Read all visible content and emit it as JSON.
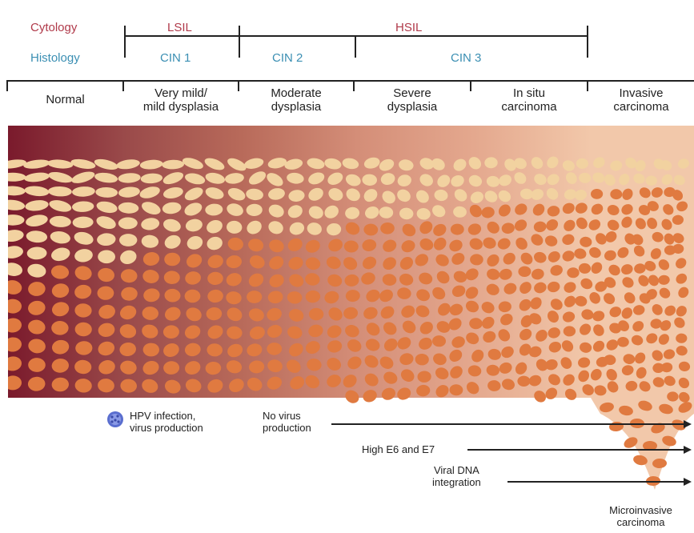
{
  "rows": {
    "cytology_label": "Cytology",
    "histology_label": "Histology"
  },
  "cytology": {
    "lsil": "LSIL",
    "hsil": "HSIL"
  },
  "histology": {
    "cin1": "CIN 1",
    "cin2": "CIN 2",
    "cin3": "CIN 3"
  },
  "stages": [
    {
      "line1": "Normal",
      "line2": ""
    },
    {
      "line1": "Very mild/",
      "line2": "mild dysplasia"
    },
    {
      "line1": "Moderate",
      "line2": "dysplasia"
    },
    {
      "line1": "Severe",
      "line2": "dysplasia"
    },
    {
      "line1": "In situ",
      "line2": "carcinoma"
    },
    {
      "line1": "Invasive",
      "line2": "carcinoma"
    }
  ],
  "annotations": {
    "hpv_line1": "HPV infection,",
    "hpv_line2": "virus production",
    "novirus_line1": "No virus",
    "novirus_line2": "production",
    "e6e7": "High E6 and E7",
    "viral_line1": "Viral DNA",
    "viral_line2": "integration",
    "micro_line1": "Microinvasive",
    "micro_line2": "carcinoma"
  },
  "colors": {
    "cytology": "#b03a4a",
    "histology": "#3b8fb3",
    "band_normal": "#7a1a2c",
    "band_mild": "#9a4a4a",
    "band_moderate": "#b86a5a",
    "band_severe": "#d48e78",
    "band_insitu": "#e4a88e",
    "band_invasive": "#f2c8aa",
    "cell": "#e07a40",
    "cell_pale": "#f2d2a0"
  }
}
